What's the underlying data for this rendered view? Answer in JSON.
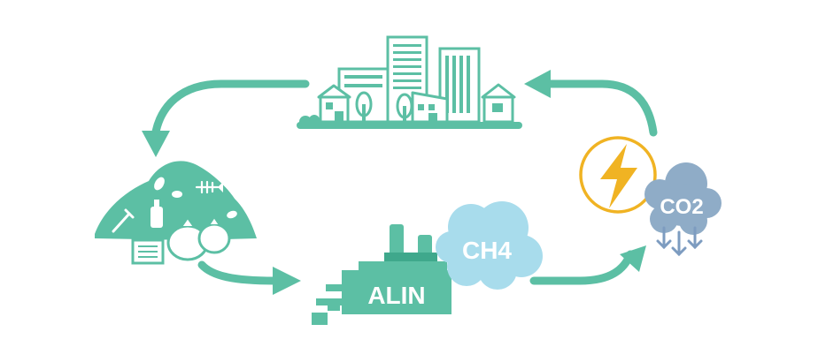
{
  "labels": {
    "machine": "ALIN",
    "methane": "CH4",
    "carbon": "CO2"
  },
  "colors": {
    "teal": "#5cbfa4",
    "teal_dark": "#3fa88c",
    "cloud_blue": "#a8dcec",
    "cloud_grey": "#8facc7",
    "bolt_yellow": "#f0b323",
    "arrow_down": "#7d9cc0"
  },
  "icons": [
    "city-icon",
    "waste-pile-icon",
    "alin-machine-icon",
    "ch4-cloud-icon",
    "lightning-icon",
    "co2-cloud-icon"
  ]
}
